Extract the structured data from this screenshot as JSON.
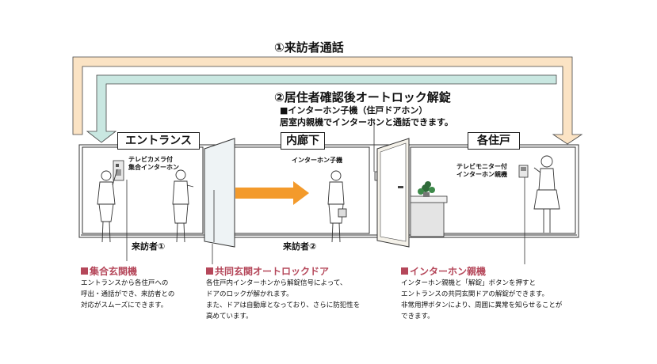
{
  "titles": {
    "top": "①来訪者通話",
    "middle": "②居住者確認後オートロック解錠",
    "sub_line1": "■インターホン子機（住戸ドアホン）",
    "sub_line2": "居室内親機でインターホンと通話できます。"
  },
  "rooms": {
    "entrance": "エントランス",
    "corridor": "内廊下",
    "unit": "各住戸"
  },
  "device_labels": {
    "entrance_panel_l1": "テレビカメラ付",
    "entrance_panel_l2": "集合インターホン",
    "corridor_handset": "インターホン子機",
    "unit_monitor_l1": "テレビモニター付",
    "unit_monitor_l2": "インターホン親機"
  },
  "visitors": {
    "v1": "来訪者①",
    "v2": "来訪者②"
  },
  "captions": {
    "c1": {
      "head": "集合玄関機",
      "lines": [
        "エントランスから各住戸への",
        "呼出・通話ができ、来訪者との",
        "対応がスムーズにできます。"
      ]
    },
    "c2": {
      "head": "共同玄関オートロックドア",
      "lines": [
        "各住戸内インターホンから解錠信号によって、",
        "ドアのロックが解かれます。",
        "また、ドアは自動扉となっており、さらに防犯性を",
        "高めています。"
      ]
    },
    "c3": {
      "head": "インターホン親機",
      "lines": [
        "インターホン親機と「解錠」ボタンを押すと",
        "エントランスの共同玄関ドアの解錠ができます。",
        "非常用押ボタンにより、周囲に異常を知らせることが",
        "できます。"
      ]
    }
  },
  "colors": {
    "arrow_outer_fill": "#fbe3c4",
    "arrow_inner_fill": "#c9e7e1",
    "accent_red": "#b5475a",
    "orange_arrow": "#f39a2b"
  }
}
